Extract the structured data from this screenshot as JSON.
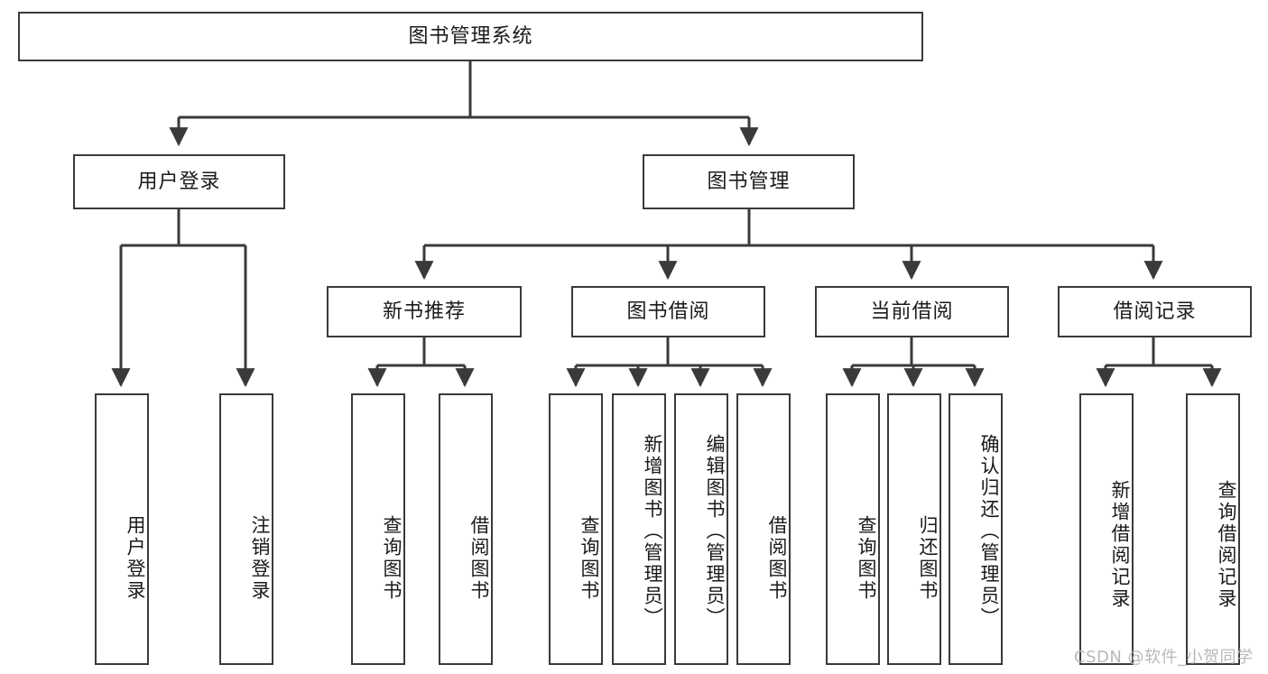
{
  "diagram": {
    "type": "tree",
    "title": "图书管理系统",
    "watermark": "CSDN @软件_小贺同学",
    "colors": {
      "box_border": "#3a3a3a",
      "box_fill": "#ffffff",
      "edge": "#3a3a3a",
      "text": "#1a1a1a",
      "watermark": "#b9b9b9",
      "background": "#ffffff"
    },
    "nodes": {
      "root": {
        "label": "图书管理系统"
      },
      "level2": [
        {
          "id": "user-login",
          "label": "用户登录"
        },
        {
          "id": "book-management",
          "label": "图书管理"
        }
      ],
      "level3": [
        {
          "id": "new-book-recommend",
          "label": "新书推荐",
          "parent": "book-management"
        },
        {
          "id": "book-borrow",
          "label": "图书借阅",
          "parent": "book-management"
        },
        {
          "id": "current-borrow",
          "label": "当前借阅",
          "parent": "book-management"
        },
        {
          "id": "borrow-record",
          "label": "借阅记录",
          "parent": "book-management"
        }
      ],
      "leaves": [
        {
          "id": "leaf-user-login",
          "label": "用户登录",
          "parent": "user-login"
        },
        {
          "id": "leaf-logout",
          "label": "注销登录",
          "parent": "user-login"
        },
        {
          "id": "leaf-query-book-1",
          "label": "查询图书",
          "parent": "new-book-recommend"
        },
        {
          "id": "leaf-borrow-book-1",
          "label": "借阅图书",
          "parent": "new-book-recommend"
        },
        {
          "id": "leaf-query-book-2",
          "label": "查询图书",
          "parent": "book-borrow"
        },
        {
          "id": "leaf-add-book",
          "label": "新增图书（管理员）",
          "parent": "book-borrow"
        },
        {
          "id": "leaf-edit-book",
          "label": "编辑图书（管理员）",
          "parent": "book-borrow"
        },
        {
          "id": "leaf-borrow-book-2",
          "label": "借阅图书",
          "parent": "book-borrow"
        },
        {
          "id": "leaf-query-book-3",
          "label": "查询图书",
          "parent": "current-borrow"
        },
        {
          "id": "leaf-return-book",
          "label": "归还图书",
          "parent": "current-borrow"
        },
        {
          "id": "leaf-confirm-return",
          "label": "确认归还（管理员）",
          "parent": "current-borrow"
        },
        {
          "id": "leaf-add-record",
          "label": "新增借阅记录",
          "parent": "borrow-record"
        },
        {
          "id": "leaf-query-record",
          "label": "查询借阅记录",
          "parent": "borrow-record"
        }
      ]
    }
  }
}
